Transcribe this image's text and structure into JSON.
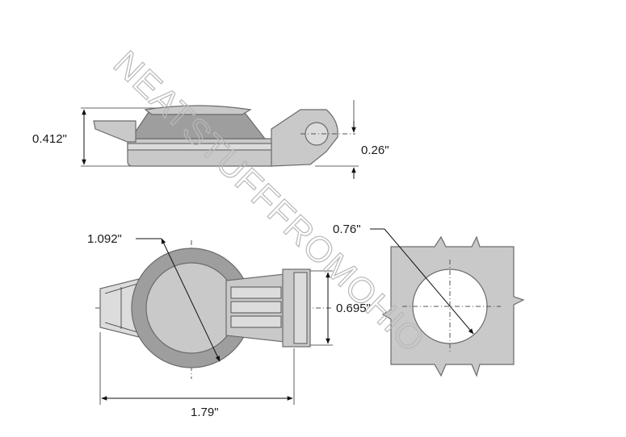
{
  "watermark": "NEATSTUFFFROMOHIO",
  "dimensions": {
    "side_height": "0.412\"",
    "side_hinge_height": "0.26\"",
    "cap_diameter": "1.092\"",
    "overall_length": "1.79\"",
    "hinge_width": "0.695\"",
    "hole_diameter": "0.76\""
  },
  "colors": {
    "part_fill": "#c9c9c9",
    "part_dark": "#9e9e9e",
    "outline": "#6b6b6b"
  }
}
